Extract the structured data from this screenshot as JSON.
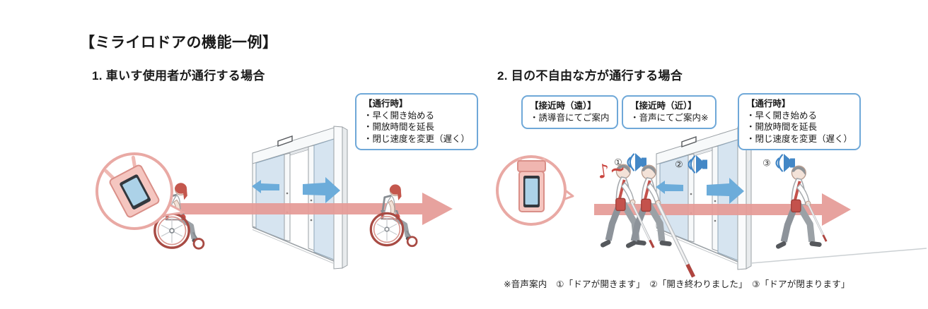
{
  "title": "【ミライロドアの機能一例】",
  "sections": [
    {
      "heading": "1. 車いす使用者が通行する場合",
      "callouts": [
        {
          "title": "【通行時】",
          "lines": [
            "・早く開き始める",
            "・開放時間を延長",
            "・閉じ速度を変更（遅く）"
          ]
        }
      ]
    },
    {
      "heading": "2. 目の不自由な方が通行する場合",
      "callouts": [
        {
          "title": "【接近時（遠）】",
          "lines": [
            "・誘導音にてご案内"
          ]
        },
        {
          "title": "【接近時（近）】",
          "lines": [
            "・音声にてご案内※"
          ]
        },
        {
          "title": "【通行時】",
          "lines": [
            "・早く開き始める",
            "・開放時間を延長",
            "・閉じ速度を変更（遅く）"
          ]
        }
      ],
      "speaker_labels": [
        "①",
        "②",
        "③"
      ],
      "music_note": "♪~",
      "footnote": "※音声案内　①「ドアが開きます」　②「開き終わりました」　③「ドアが閉まります」"
    }
  ],
  "icons": [
    "wheelchair-user-icon",
    "walking-cane-user-icon",
    "sliding-door-icon",
    "smartphone-beacon-icon",
    "speaker-sound-icon",
    "music-note-icon",
    "flow-arrow-icon",
    "door-open-arrow-icon"
  ],
  "colors": {
    "callout_border": "#6fa8d8",
    "flow_arrow": "#e59b97",
    "door_open_arrow": "#6cacda",
    "speaker_blue": "#4387c6",
    "inset_circle_border": "#e9a9a4",
    "music_note_red": "#c9453f",
    "door_glass": "#d6e4f0",
    "wheel_rim_red": "#a84b44",
    "pouch_red": "#c4524c",
    "text": "#1a1a1a"
  }
}
